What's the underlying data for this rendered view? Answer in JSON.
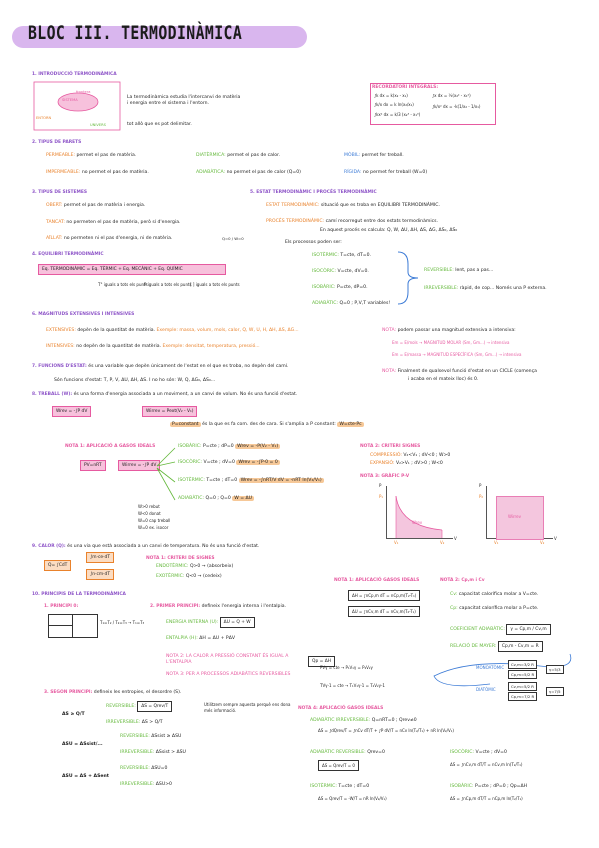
{
  "title": "BLOC III. TERMODINÀMICA",
  "s1": {
    "heading": "1. INTRODUCCIÓ TERMODINÀMICA",
    "line1": "La termodinàmica estudia l'intercanvi de matèria",
    "line2": "i energia entre el sistema i l'entorn.",
    "line3": "tot allò que es pot delimitar.",
    "lbl_sistema": "SISTEMA",
    "lbl_entorn": "ENTORN",
    "lbl_univers": "UNIVERS",
    "lbl_frontera": "frontera",
    "integrals_head": "RECORDATORI INTEGRALS:",
    "int1": "∫k dx = k(x₂ - x₁)",
    "int2": "∫k/x dx = k ln(x₂/x₁)",
    "int3": "∫kx² dx = k/3 (x₂³ - x₁³)",
    "int4": "∫x dx = ½(x₂² - x₁²)",
    "int5": "∫k/x² dx = -k(1/x₂ - 1/x₁)"
  },
  "s2": {
    "heading": "2. TIPUS DE PARETS",
    "permeable": "PERMEABLE:",
    "permeable_t": "permet el pas de matèria.",
    "impermeable": "IMPERMEABLE:",
    "impermeable_t": "no permet el pas de matèria.",
    "diatermica": "DIATÈRMICA:",
    "diatermica_t": "permet el pas de calor.",
    "adiabatica": "ADIABÀTICA:",
    "adiabatica_t": "no permet el pas de calor (Q=0)",
    "mobil": "MÒBIL:",
    "mobil_t": "permet fer treball.",
    "rigida": "RÍGIDA:",
    "rigida_t": "no permet fer treball (W=0)"
  },
  "s3": {
    "heading": "3. TIPUS DE SISTEMES",
    "obert": "OBERT:",
    "obert_t": "permet el pas de matèria i energia.",
    "tancat": "TANCAT:",
    "tancat_t": "no permeten el pas de matèria, però sí d'energia.",
    "aillat": "AÏLLAT:",
    "aillat_t": "no permeten ni el pas d'energia, ni de matèria.",
    "aillat_b": "Q=0 / W=0"
  },
  "s4": {
    "heading": "4. EQUILIBRI TERMODINÀMIC",
    "eq": "Eq. TERMODINÀMIC = Eq. TÈRMIC + Eq. MECÀNIC + Eq. QUÍMIC",
    "n1": "T° iguals a tots els punts",
    "n2": "P iguals a tots els punts",
    "n3": "[ ] iguals a tots els punts"
  },
  "s5": {
    "heading": "5. ESTAT TERMODINÀMIC I PROCÉS TERMODINÀMIC",
    "estat": "ESTAT TERMODINÀMIC:",
    "estat_t": "situació que es troba en EQUILIBRI TERMODINÀMIC.",
    "proces": "PROCÉS TERMODINÀMIC:",
    "proces_t": "camí recorregut entre dos estats termodinàmics.",
    "proces_t2": "En aquest procés es calcula: Q, W, ΔU, ΔH, ΔS, ΔG, ΔS₀, ΔS₀",
    "processos": "Els processos poden ser:",
    "isoterm": "ISOTÈRMIC:",
    "isoterm_t": "T=cte, dT=0.",
    "isocor": "ISOCÒRIC:",
    "isocor_t": "V=cte, dV=0.",
    "isobar": "ISOBÀRIC:",
    "isobar_t": "P=cte, dP=0.",
    "adiab": "ADIABÀTIC:",
    "adiab_t": "Q=0 ; P,V,T variables!",
    "reversible": "REVERSIBLE:",
    "reversible_t": "lent, pas a pas...",
    "irreversible": "IRREVERSIBLE:",
    "irreversible_t": "ràpid, de cop... Només una P externa."
  },
  "s6": {
    "heading": "6. MAGNITUDS EXTENSIVES I INTENSIVES",
    "ext": "EXTENSIVES:",
    "ext_t": "depèn de la quantitat de matèria.",
    "ext_ex": "Exemple: massa, volum, mols, calor, Q, W, U, H, ΔH, ΔS, ΔG...",
    "int": "INTENSIVES:",
    "int_t": "no depèn de la quantitat de matèria.",
    "int_ex": "Exemple: densitat, temperatura, pressió...",
    "nota": "NOTA:",
    "nota_t": "podem passar una magnitud extensiva a intensiva:",
    "nota_m1": "Em = E/mols → MAGNITUD MOLAR (Sm, Gm...) → intensiva",
    "nota_m2": "Em = E/massa → MAGNITUD ESPECÍFICA (Sm, Gm...) → intensiva"
  },
  "s7": {
    "heading": "7. FUNCIONS D'ESTAT:",
    "t": "és una variable que depèn únicament de l'estat en el que es troba, no depèn del camí.",
    "t2": "Són funcions d'estat: T, P, V, ΔU, ΔH, ΔS. I no ho són: W, Q, ΔG₀, ΔS₀...",
    "nota": "NOTA:",
    "nota_t": "Finalment de qualsevol funció d'estat en un CICLE (comença",
    "nota_t2": "i acaba en el mateix lloc) és 0."
  },
  "s8": {
    "heading": "8. TREBALL (W):",
    "t": "és una forma d'energia associada a un moviment, a un canvi de volum. No és una funció d'estat.",
    "w_irr": "Wirrev = Pext(V₂ - V₁)",
    "w_def": "Wrev = -∫P dV",
    "pconst": "P=constant",
    "pconst_t": "és la que es fa com. des de cara. Si s'amplia a P constant:",
    "wpconst": "W=cte·Pc",
    "nota1": "NOTA 1: APLICACIÓ A GASOS IDEALS",
    "pv": "PV=nRT",
    "wirr": "Wirrev = -∫P dV",
    "isobar": "ISOBÀRIC:",
    "isobar_t": "P=cte ; dP=0",
    "isobar_w": "Wrev = -P(V₂ - V₁)",
    "isocor": "ISOCÒRIC:",
    "isocor_t": "V=cte ; dV=0",
    "isocor_w": "Wrev = -∫P·0 = 0",
    "isoterm": "ISOTÈRMIC:",
    "isoterm_t": "T=cte ; dT=0",
    "isoterm_w": "Wrev = -∫nRT/V dV = -nRT ln(V₂/V₁)",
    "adiab": "ADIABÀTIC:",
    "adiab_t": "Q=0 ; Q=0",
    "adiab_w": "W = ΔU",
    "signes": [
      "W>0 rebut",
      "W<0 donat",
      "W=0 cap treball",
      "W=0 ex. isocor"
    ],
    "nota2": "NOTA 2: CRITERI SIGNES",
    "n2a": "COMPRESSIÓ:",
    "n2a_t": "V₂<V₁ ; dV<0 ; W>0",
    "n2b": "EXPANSIÓ:",
    "n2b_t": "V₂>V₁ ; dV>0 ; W<0",
    "nota3": "NOTA 3: GRÀFIC P-V",
    "g_p": "P",
    "g_v": "V",
    "g_p1": "P₁",
    "g_p2": "P₂",
    "g_v1": "V₁",
    "g_v2": "V₂",
    "g_w1": "Wrev",
    "g_w2": "Wirrev"
  },
  "s9": {
    "heading": "9. CALOR (Q):",
    "t": "és una via que està associada a un canvi de temperatura. No és una funció d'estat.",
    "q": "Q= ∫CdT",
    "q1": "∫m·ce·dT",
    "q2": "∫n·cm·dT",
    "nota": "NOTA 1: CRITERI DE SIGNES",
    "endo": "ENDOTÈRMIC:",
    "endo_t": "Q>0 → (absorbeix)",
    "exo": "EXOTÈRMIC:",
    "exo_t": "Q<0 → (cedeix)",
    "nota_gi": "NOTA 1: APLICACIÓ GASOS IDEALS",
    "qp": "ΔH = ∫nCp,m dT = nCp,m(T₂-T₁)",
    "qv": "ΔU = ∫nCv,m dT = nCv,m(T₂-T₁)",
    "nota2": "NOTA 2: Cp,m i Cv",
    "cv": "Cv:",
    "cv_t": "capacitat calorífica molar a V=cte.",
    "cp": "Cp:",
    "cp_t": "capacitat calorífica molar a P=cte.",
    "gamma": "COEFICIENT ADIABÀTIC:",
    "gamma_t": "γ = Cp,m / Cv,m",
    "mayer": "RELACIÓ DE MAYER:",
    "mayer_t": "Cp,m - Cv,m = R",
    "mono": "MONOATÒMIC",
    "mono1": "Cv,m=3/2 R",
    "mono2": "Cp,m=5/2 R",
    "di": "DIATÒMIC",
    "di1": "Cv,m=5/2 R",
    "di2": "Cp,m=7/2 R",
    "g_mono": "γ=5/3",
    "g_di": "γ=7/5"
  },
  "s10": {
    "heading": "10. PRINCIPIS DE LA TERMODINÀMICA",
    "zero": "1. PRINCIPI 0:",
    "zero_t": "T₁=T₂ / T₂=T₃ → T₁=T₃",
    "primer": "2. PRIMER PRINCIPI:",
    "primer_t": "defineix l'energia interna i l'entalpia.",
    "eint": "ENERGIA INTERNA (U):",
    "eint_t": "ΔU = Q + W",
    "ent": "ENTALPIA (H):",
    "ent_t": "ΔH = ΔU + PΔV",
    "nota2": "NOTA 2: LA CALOR A PRESSIÓ CONSTANT ÉS IGUAL A L'ENTALPIA",
    "nota2_eq": "Qp = ΔH",
    "nota3": "NOTA 3: PER A PROCESSOS ADIABÀTICS REVERSIBLES",
    "ad1": "PVγ = cte → P₁V₁γ = P₂V₂γ",
    "ad2": "TVγ-1 = cte → T₁V₁γ-1 = T₂V₂γ-1",
    "segon": "3. SEGON PRINCIPI:",
    "segon_t": "defineix les entropies, el desordre (S).",
    "s1": "ΔS ≥ Q/T",
    "rev": "REVERSIBLE:",
    "rev_t": "ΔS = Qrev/T",
    "irr": "IRREVERSIBLE:",
    "irr_t": "ΔS > Q/T",
    "s1_note": "Utilitzem sempre aquesta perquè ens dona més informació.",
    "s2": "ΔSU = ΔSsist/...",
    "rev2_t": "ΔSsist ≥ ΔSU",
    "irr2_t": "ΔSsist > ΔSU",
    "s3": "ΔSU = ΔS + ΔSent",
    "rev3_t": "ΔSU=0",
    "irr3_t": "ΔSU>0",
    "nota_gi": "NOTA 4: APLICACIÓ GASOS IDEALS",
    "adrev": "ADIABÀTIC IRREVERSIBLE:",
    "adrev_t": "Q=nRT=0 ; Qrev≠0",
    "adrev_eq": "ΔS = ∫dQrev/T = ∫nCv dT/T + ∫P dV/T = nCv ln(T₂/T₁) + nR ln(V₂/V₁)",
    "adr": "ADIABÀTIC REVERSIBLE:",
    "adr_t": "Qrev=0",
    "adr_eq": "ΔS = Qrev/T = 0",
    "isocor": "ISOCÒRIC:",
    "isocor_t": "V=cte ; dV=0",
    "isocor_eq": "ΔS = ∫nCv,m dT/T = nCv,m ln(T₂/T₁)",
    "isoterm": "ISOTÈRMIC:",
    "isoterm_t": "T=cte ; dT=0",
    "isoterm_eq": "ΔS = Qrev/T = -W/T = nR ln(V₂/V₁)",
    "isobar": "ISOBÀRIC:",
    "isobar_t": "P=cte ; dP=0 ; Qp=ΔH",
    "isobar_eq": "ΔS = ∫nCp,m dT/T = nCp,m ln(T₂/T₁)"
  },
  "colors": {
    "purple": "#8e55c8",
    "pink": "#e65aa0",
    "orange": "#e9822c",
    "green": "#63b83a",
    "blue": "#3c7bd6",
    "title_bg": "#d9b6ee"
  }
}
